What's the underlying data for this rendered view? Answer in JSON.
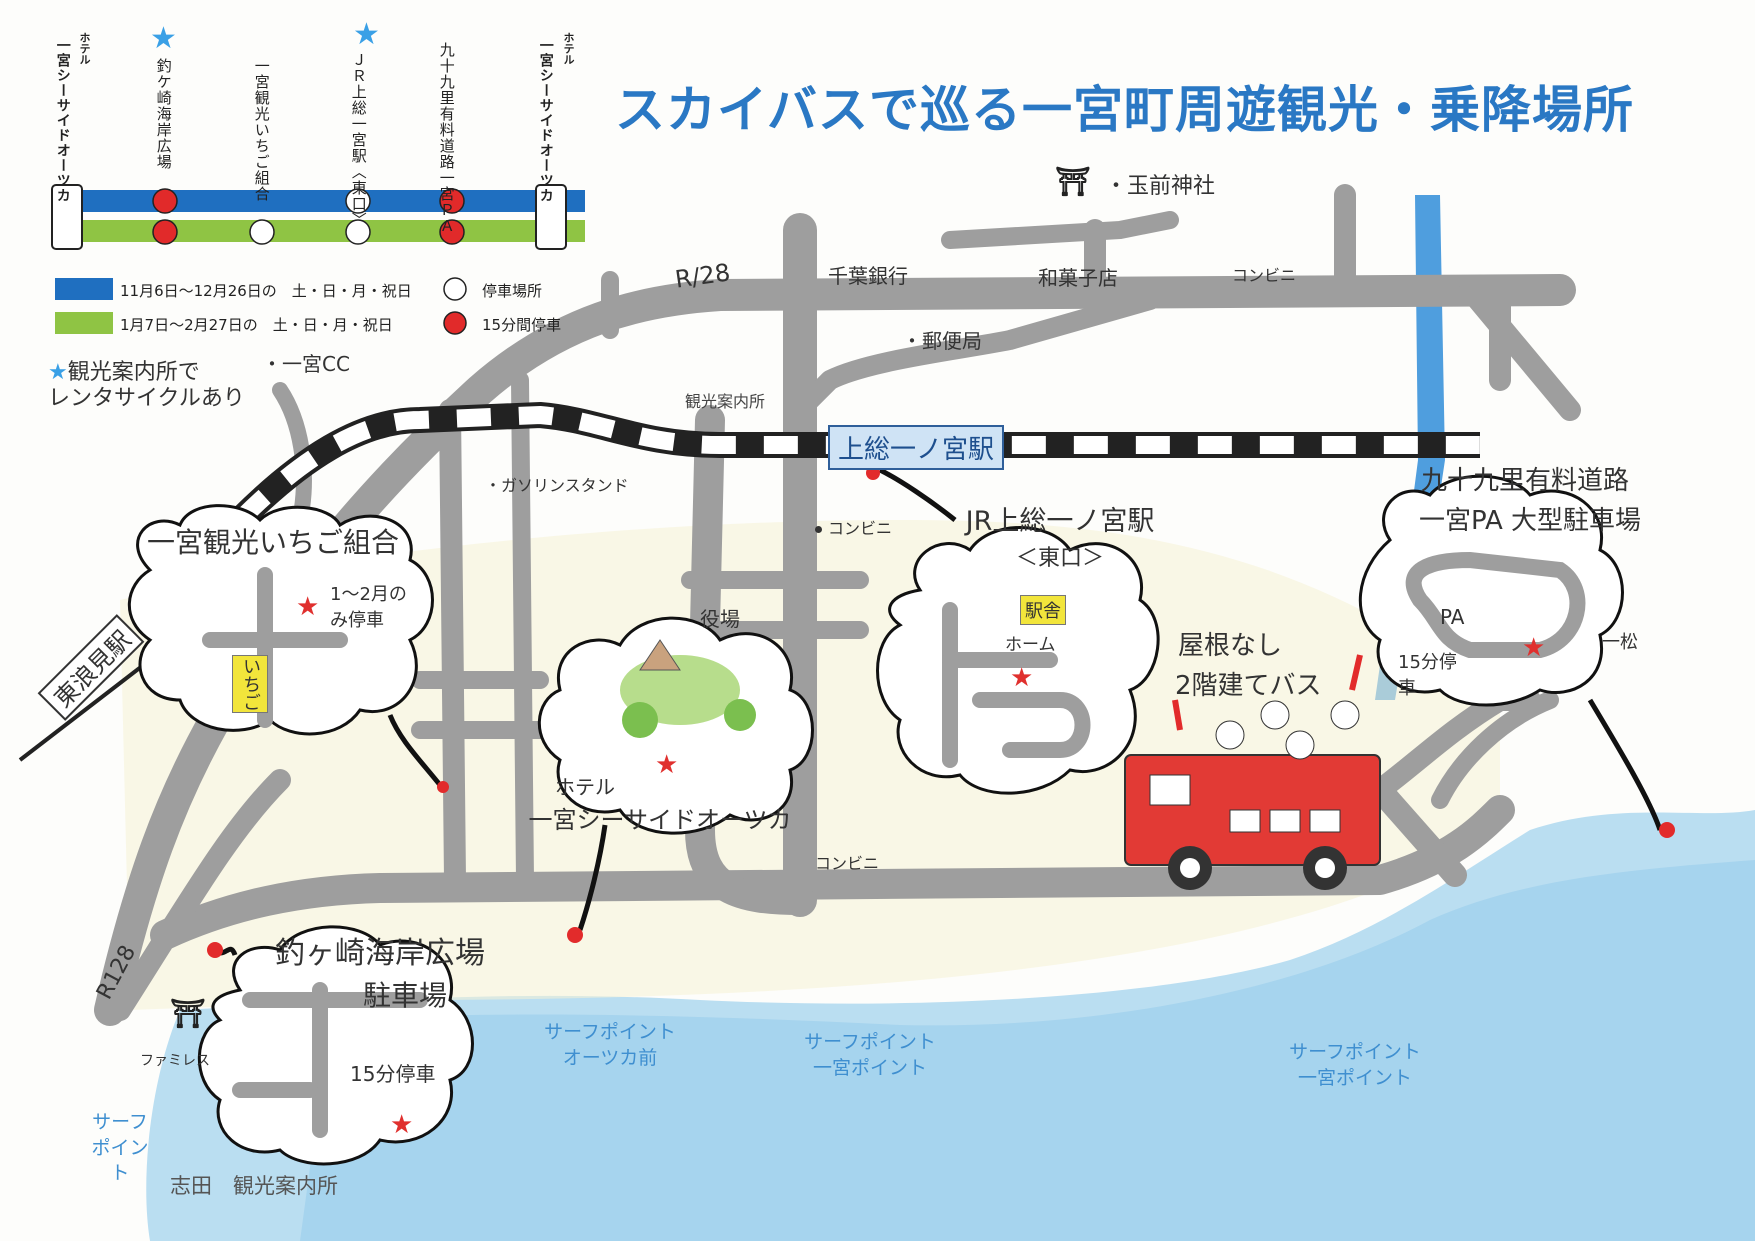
{
  "title": "スカイバスで巡る一宮町周遊観光・乗降場所",
  "route": {
    "stops": [
      {
        "label": "一宮シーサイドオーツカ",
        "prefix": "ホテル"
      },
      {
        "label": "釣ケ崎海岸広場",
        "info_star": true
      },
      {
        "label": "一宮観光いちご組合"
      },
      {
        "label": "ＪＲ上総一宮駅〈東口〉",
        "info_star": true
      },
      {
        "label": "九十九里有料道路一宮ＰＡ"
      },
      {
        "label": "一宮シーサイドオーツカ",
        "prefix": "ホテル"
      }
    ],
    "legend": {
      "blue_period": "11月6日～12月26日の　土・日・月・祝日",
      "green_period": "1月7日～2月27日の　土・日・月・祝日",
      "white_circle": "停車場所",
      "red_circle": "15分間停車"
    },
    "note_line1": "観光案内所で",
    "note_line2": "レンタサイクルあり",
    "colors": {
      "blue": "#1f6fc0",
      "green": "#8fc444",
      "red": "#e12a2a"
    }
  },
  "map": {
    "road_r128_top": "R/28",
    "road_r128_left": "R128",
    "shrine": "・玉前神社",
    "bank": "千葉銀行",
    "sweets": "和菓子店",
    "convenience": "コンビニ",
    "post_office": "・郵便局",
    "golf": "・一宮CC",
    "tourist_info": "観光案内所",
    "gas_station": "・ガソリンスタンド",
    "city_hall": "役場",
    "station_name": "上総一ノ宮駅",
    "higashi_namimi_station": "東浪見駅",
    "strawberry": "いちご",
    "station_building": "駅舎",
    "platform": "ホーム",
    "ichigo_note": "1～2月のみ停車",
    "pa_label": "PA",
    "pa_stop": "15分停車",
    "pine": "一松",
    "bus_note_line1": "屋根なし",
    "bus_note_line2": "2階建てバス",
    "tsurigasaki_stop": "15分停車",
    "family": "ファミレス",
    "shito_info": "志田　観光案内所",
    "surf_left": "サーフポイント",
    "surf1": "サーフポイントオーツカ前",
    "surf2": "サーフポイント一宮ポイント",
    "surf3": "サーフポイント一宮ポイント"
  },
  "callouts": {
    "ichigo": "一宮観光いちご組合",
    "jr_line1": "JR上総一ノ宮駅",
    "jr_line2": "＜東口＞",
    "pa_line1": "九十九里有料道路",
    "pa_line2": "一宮PA 大型駐車場",
    "hotel_line1": "ホテル",
    "hotel_line2": "一宮シーサイドオーツカ",
    "tsurigasaki_line1": "釣ヶ崎海岸広場",
    "tsurigasaki_line2": "駐車場"
  }
}
